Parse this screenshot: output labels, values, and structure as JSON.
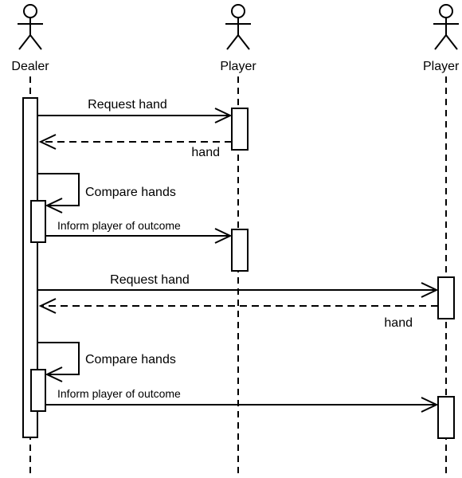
{
  "actors": [
    {
      "id": "dealer",
      "name": "Dealer"
    },
    {
      "id": "player1",
      "name": "Player"
    },
    {
      "id": "player2",
      "name": "Player"
    }
  ],
  "messages": [
    {
      "id": "m1",
      "label": "Request hand",
      "from": "dealer",
      "to": "player1",
      "kind": "call"
    },
    {
      "id": "m2",
      "label": "hand",
      "from": "player1",
      "to": "dealer",
      "kind": "return"
    },
    {
      "id": "m3",
      "label": "Compare hands",
      "from": "dealer",
      "to": "dealer",
      "kind": "self"
    },
    {
      "id": "m4",
      "label": "Inform player of outcome",
      "from": "dealer",
      "to": "player1",
      "kind": "call"
    },
    {
      "id": "m5",
      "label": "Request hand",
      "from": "dealer",
      "to": "player2",
      "kind": "call"
    },
    {
      "id": "m6",
      "label": "hand",
      "from": "player2",
      "to": "dealer",
      "kind": "return"
    },
    {
      "id": "m7",
      "label": "Compare hands",
      "from": "dealer",
      "to": "dealer",
      "kind": "self"
    },
    {
      "id": "m8",
      "label": "Inform player of outcome",
      "from": "dealer",
      "to": "player2",
      "kind": "call"
    }
  ]
}
